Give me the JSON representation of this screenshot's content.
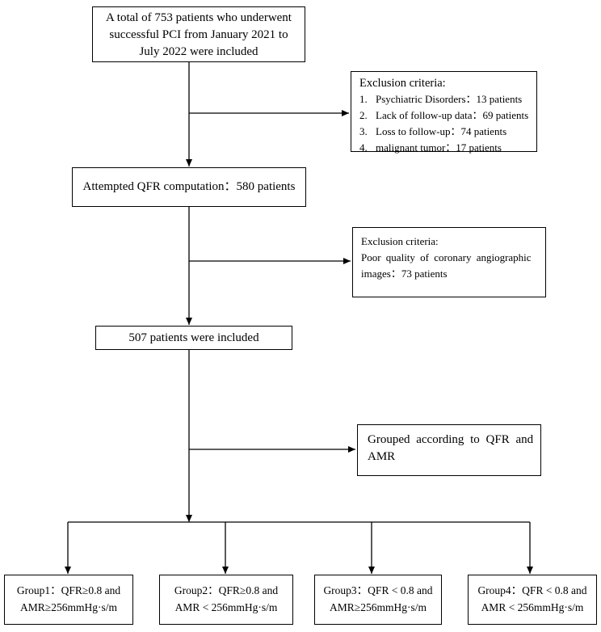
{
  "top_box": {
    "lines": [
      "A total of 753 patients who underwent",
      "successful PCI from January 2021 to",
      "July 2022 were included"
    ]
  },
  "exclusion1": {
    "title": "Exclusion criteria:",
    "items": [
      {
        "num": "1.",
        "text": "Psychiatric Disorders：13 patients"
      },
      {
        "num": "2.",
        "text": "Lack of follow-up data：69 patients"
      },
      {
        "num": "3.",
        "text": "Loss to follow-up：74 patients"
      },
      {
        "num": "4.",
        "text": "malignant tumor：17 patients"
      }
    ]
  },
  "qfr_box": {
    "text": "Attempted QFR computation：580 patients"
  },
  "exclusion2": {
    "title": "Exclusion criteria:",
    "line1": "Poor quality of coronary angiographic",
    "line2": "images：73 patients"
  },
  "included_box": {
    "text": "507 patients were included"
  },
  "grouped_box": {
    "line1": "Grouped according to QFR and",
    "line2": "AMR"
  },
  "groups": [
    {
      "line1": "Group1：QFR≥0.8 and",
      "line2": "AMR≥256mmHg·s/m"
    },
    {
      "line1": "Group2：QFR≥0.8 and",
      "line2": "AMR < 256mmHg·s/m"
    },
    {
      "line1": "Group3：QFR < 0.8 and",
      "line2": "AMR≥256mmHg·s/m"
    },
    {
      "line1": "Group4：QFR < 0.8 and",
      "line2": "AMR < 256mmHg·s/m"
    }
  ]
}
